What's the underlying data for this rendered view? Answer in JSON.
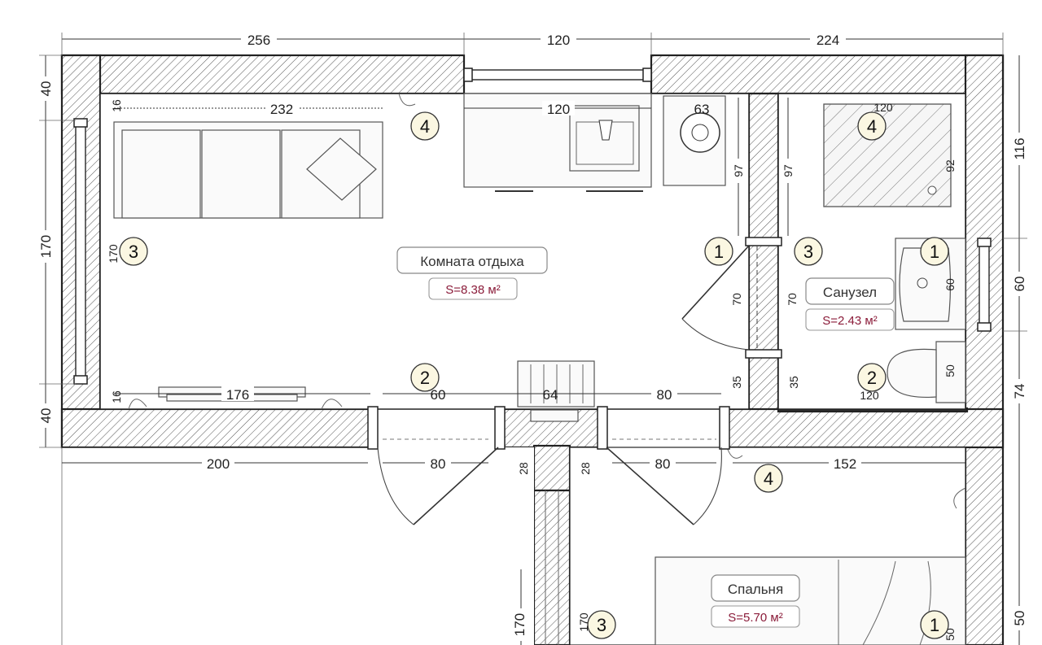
{
  "rooms": {
    "rest": {
      "name": "Комната отдыха",
      "area": "S=8.38 м²"
    },
    "bath": {
      "name": "Санузел",
      "area": "S=2.43 м²"
    },
    "bed": {
      "name": "Спальня",
      "area": "S=5.70 м²"
    }
  },
  "dimensions": {
    "top_left": "256",
    "top_mid": "120",
    "top_right": "224",
    "left_40a": "40",
    "left_170": "170",
    "left_40b": "40",
    "right_116": "116",
    "right_60": "60",
    "right_74": "74",
    "right_50": "50",
    "sofa_232": "232",
    "kitchen_120": "120",
    "sink_63": "63",
    "top_16": "16",
    "bottom_16": "16",
    "inner_170": "170",
    "wall_97a": "97",
    "wall_97b": "97",
    "shower_120": "120",
    "shower_92": "92",
    "door_70a": "70",
    "door_70b": "70",
    "wc_60": "60",
    "d_35a": "35",
    "d_35b": "35",
    "wc_50": "50",
    "tv_176": "176",
    "b_60": "60",
    "b_64": "64",
    "b_80a": "80",
    "bath_120": "120",
    "bot_200": "200",
    "bot_80a": "80",
    "bot_28a": "28",
    "bot_28b": "28",
    "bot_80b": "80",
    "bot_152": "152",
    "bed_170": "170",
    "bed_170b": "170",
    "edge_50": "50"
  },
  "markers": [
    "1",
    "2",
    "3",
    "4"
  ],
  "icons": {
    "window": "window-icon",
    "door": "door-swing-icon",
    "sofa": "sofa-icon",
    "sink": "sink-icon",
    "stove": "stove-icon",
    "shower": "shower-tray-icon",
    "toilet": "toilet-icon",
    "washbasin": "washbasin-icon",
    "radiator": "radiator-icon",
    "bed": "bed-icon",
    "lamp": "wall-lamp-icon"
  },
  "colors": {
    "area_text": "#8b1c3a",
    "marker_fill": "#fbf7e2",
    "wall_hatch": "#555555"
  }
}
